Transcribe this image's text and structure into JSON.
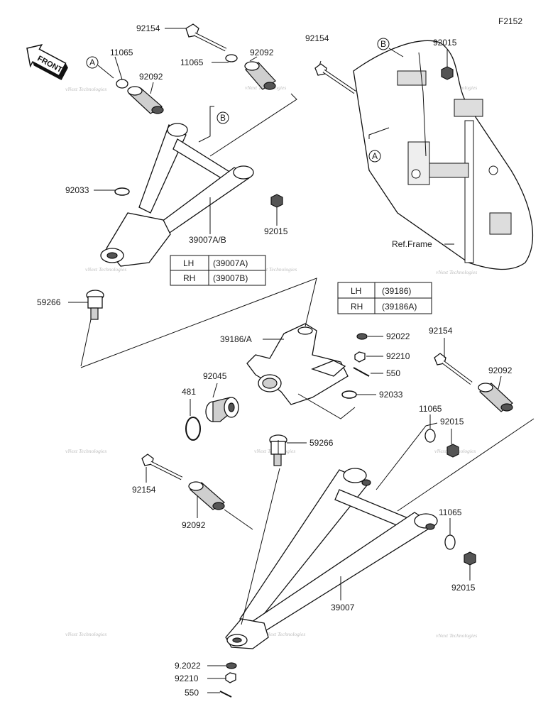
{
  "figure_code": "F2152",
  "front_label": "FRONT",
  "ref_frame_label": "Ref.Frame",
  "callouts": {
    "A": "A",
    "B": "B"
  },
  "watermark": "vNext Technologies",
  "part_labels": {
    "p92154_top": "92154",
    "p11065_top": "11065",
    "p11065_mid": "11065",
    "p92092_top_left": "92092",
    "p92092_top_right": "92092",
    "p92154_frame": "92154",
    "p92015_frame": "92015",
    "p92033_upper": "92033",
    "p39007ab": "39007A/B",
    "p92015_upper": "92015",
    "p59266_upper": "59266",
    "p39186a": "39186/A",
    "p92022_upper": "92022",
    "p92210_upper": "92210",
    "p550_upper": "550",
    "p92033_lower": "92033",
    "p92045": "92045",
    "p481": "481",
    "p59266_lower": "59266",
    "p92154_right": "92154",
    "p92092_right": "92092",
    "p11065_right_a": "11065",
    "p92015_right_a": "92015",
    "p92154_left": "92154",
    "p92092_left": "92092",
    "p11065_right_b": "11065",
    "p92015_right_b": "92015",
    "p39007": "39007",
    "p92022_lower": "9.2022",
    "p92210_lower": "92210",
    "p550_lower": "550"
  },
  "table_arm": {
    "rows": [
      {
        "side": "LH",
        "part": "(39007A)"
      },
      {
        "side": "RH",
        "part": "(39007B)"
      }
    ]
  },
  "table_knuckle": {
    "rows": [
      {
        "side": "LH",
        "part": "(39186)"
      },
      {
        "side": "RH",
        "part": "(39186A)"
      }
    ]
  }
}
